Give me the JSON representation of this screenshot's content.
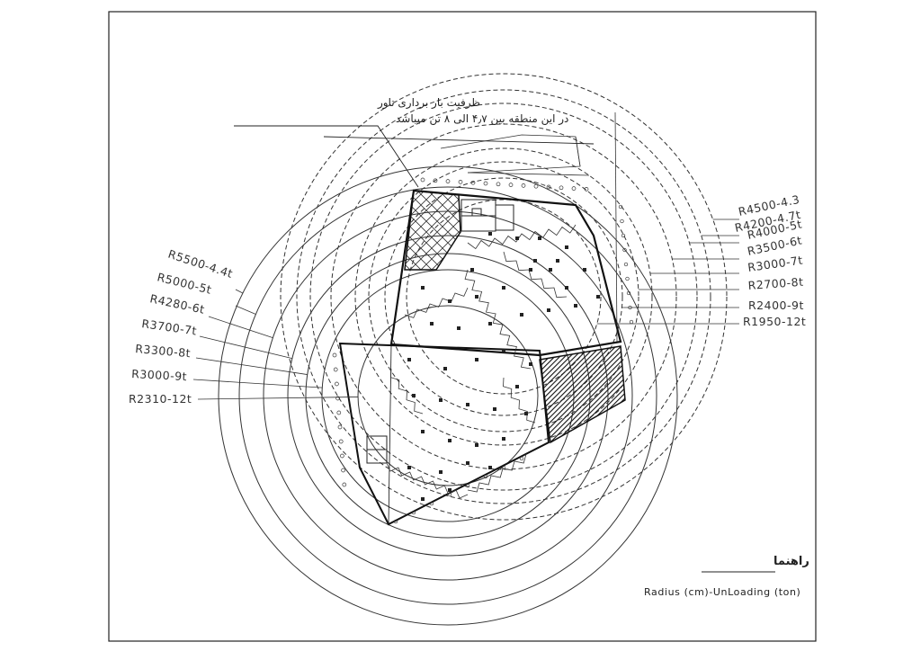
{
  "note": {
    "line1": "ظرفیت بار برداری تاور",
    "line2": "در این منطقه بین ۴٫۷ الی ۸ تن میباشد"
  },
  "legend": {
    "title": "راهنما",
    "description": "Radius (cm)-UnLoading (ton)"
  },
  "crane_right": {
    "labels": [
      "R4500-4.3",
      "R4200-4.7t",
      "R4000-5t",
      "R3500-6t",
      "R3000-7t",
      "R2700-8t",
      "R2400-9t",
      "R1950-12t"
    ]
  },
  "crane_left": {
    "labels": [
      "R5500-4.4t",
      "R5000-5t",
      "R4280-6t",
      "R3700-7t",
      "R3300-8t",
      "R3000-9t",
      "R2310-12t"
    ]
  }
}
